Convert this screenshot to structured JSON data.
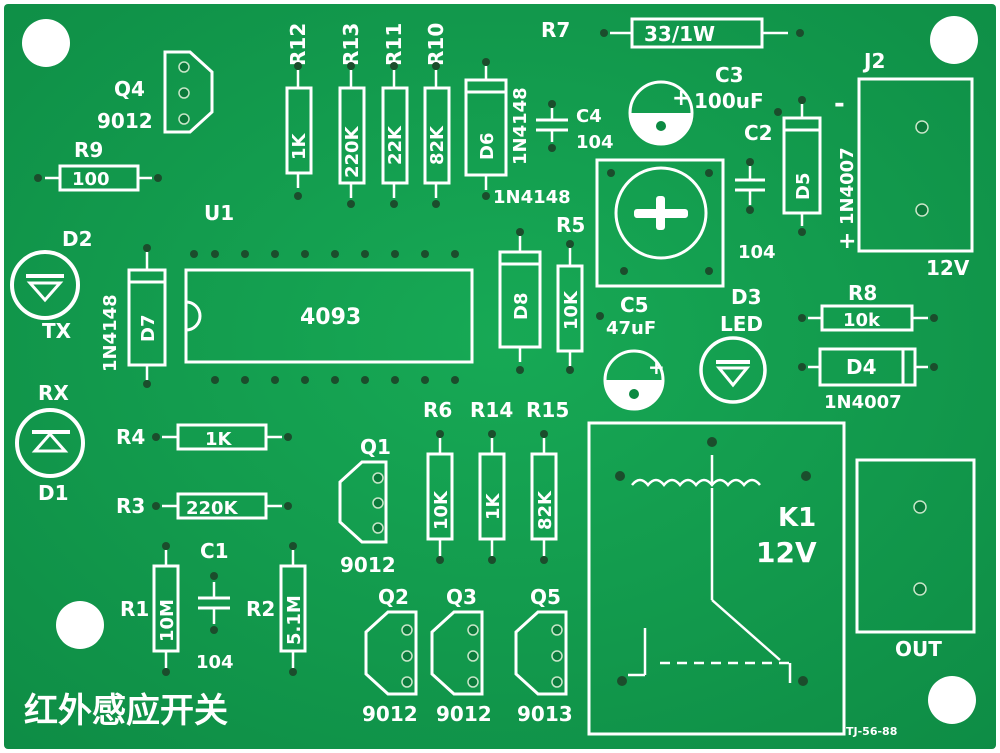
{
  "board": {
    "title_cn": "红外感应开关",
    "board_code": "TJ-56-88",
    "colors": {
      "pcb": "#13a050",
      "pcb_dark": "#0c8a42",
      "silkscreen": "#ffffff"
    }
  },
  "labels": {
    "q4": "Q4",
    "q4_part": "9012",
    "r9": "R9",
    "r9_value": "100",
    "r12": "R12",
    "r13": "R13",
    "r11": "R11",
    "r10": "R10",
    "r12_value": "1K",
    "r13_value": "220K",
    "r11_value": "22K",
    "r10_value": "82K",
    "d6": "D6",
    "d6_part_a": "1N4148",
    "d6_part_b": "1N4148",
    "c4": "C4",
    "c4_value": "104",
    "r7": "R7",
    "r7_value": "33/1W",
    "c3": "C3",
    "c3_value": "100uF",
    "j2": "J2",
    "j2_voltage": "12V",
    "c2": "C2",
    "c2_value": "104",
    "d5": "D5",
    "d5_part": "1N4007",
    "u1": "U1",
    "u1_part": "4093",
    "d2": "D2",
    "tx": "TX",
    "d7": "D7",
    "d7_part": "1N4148",
    "d8": "D8",
    "r5": "R5",
    "r5_value": "10K",
    "c5": "C5",
    "c5_value": "47uF",
    "d3": "D3",
    "d3_part": "LED",
    "r8": "R8",
    "r8_value": "10k",
    "d4": "D4",
    "d4_part": "1N4007",
    "rx": "RX",
    "d1": "D1",
    "r4": "R4",
    "r4_value": "1K",
    "r3": "R3",
    "r3_value": "220K",
    "c1": "C1",
    "c1_value": "104",
    "r1": "R1",
    "r1_value": "10M",
    "r2": "R2",
    "r2_value": "5.1M",
    "q1": "Q1",
    "q1_part": "9012",
    "r6": "R6",
    "r14": "R14",
    "r15": "R15",
    "r6_value": "10K",
    "r14_value": "1K",
    "r15_value": "82K",
    "q2": "Q2",
    "q3": "Q3",
    "q5": "Q5",
    "q2_part": "9012",
    "q3_part": "9012",
    "q5_part": "9013",
    "k1": "K1",
    "k1_voltage": "12V",
    "out": "OUT",
    "plus": "+",
    "minus": "-"
  }
}
